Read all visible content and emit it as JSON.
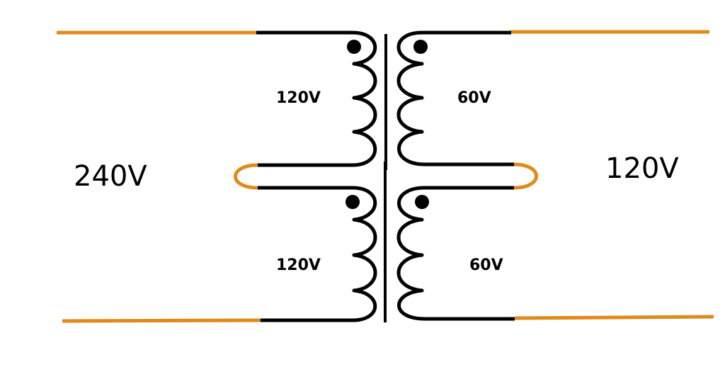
{
  "diagram": {
    "type": "transformer-schematic",
    "description": "Two dual-winding transformers with primaries in series and secondaries in series",
    "colors": {
      "lead_wire": "#e08a1a",
      "winding": "#000000",
      "background": "#ffffff"
    },
    "labels": {
      "input_voltage": "240V",
      "output_voltage": "120V",
      "primary_top": "120V",
      "primary_bottom": "120V",
      "secondary_top": "60V",
      "secondary_bottom": "60V"
    },
    "components": [
      {
        "id": "primary-top",
        "side": "left",
        "voltage": "120V",
        "polarity_dot": "top"
      },
      {
        "id": "primary-bottom",
        "side": "left",
        "voltage": "120V",
        "polarity_dot": "top"
      },
      {
        "id": "secondary-top",
        "side": "right",
        "voltage": "60V",
        "polarity_dot": "top"
      },
      {
        "id": "secondary-bottom",
        "side": "right",
        "voltage": "60V",
        "polarity_dot": "top"
      },
      {
        "id": "core",
        "type": "iron-core-line"
      },
      {
        "id": "primary-series-jumper",
        "side": "left",
        "color": "orange"
      },
      {
        "id": "secondary-series-jumper",
        "side": "right",
        "color": "orange"
      }
    ]
  }
}
